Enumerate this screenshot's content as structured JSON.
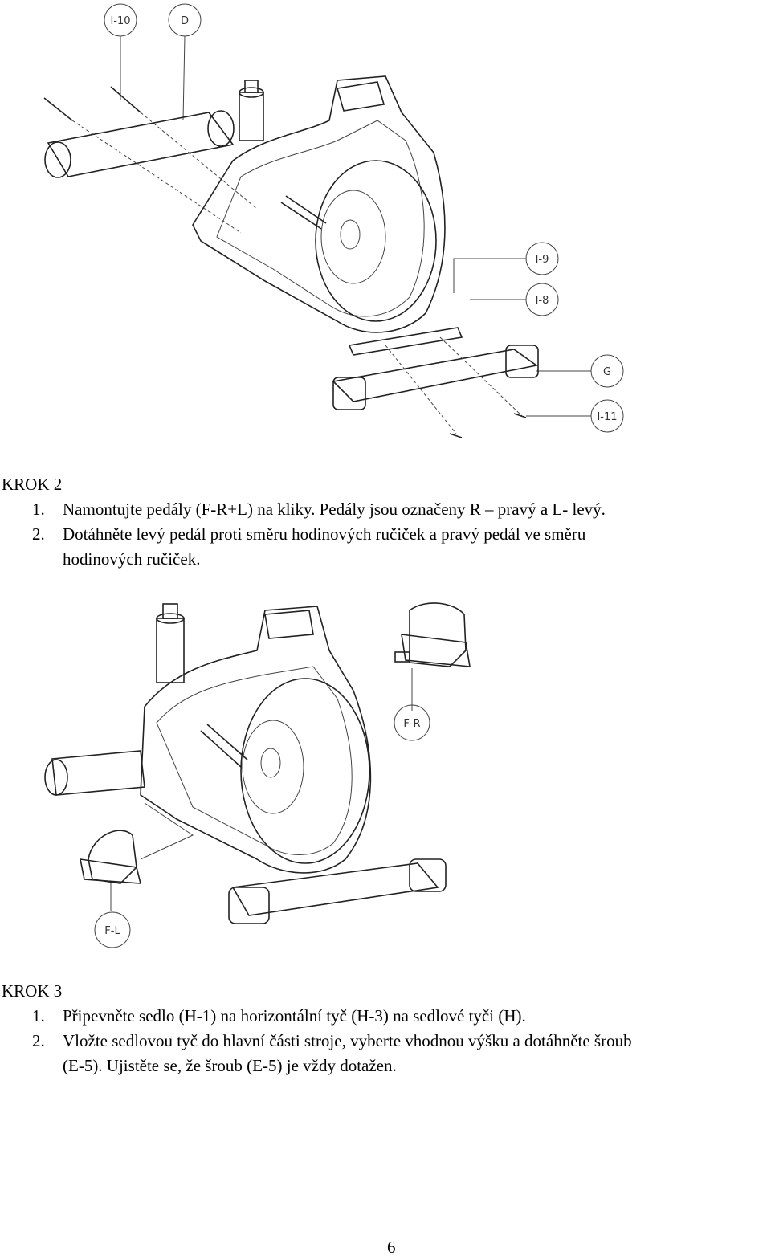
{
  "figure1": {
    "callouts": [
      "I-10",
      "D",
      "I-9",
      "I-8",
      "G",
      "I-11"
    ]
  },
  "step2": {
    "heading": "KROK 2",
    "items": [
      {
        "num": "1.",
        "text": "Namontujte pedály (F-R+L) na kliky. Pedály jsou označeny R – pravý a L- levý."
      },
      {
        "num": "2.",
        "text": "Dotáhněte levý pedál proti směru hodinových ručiček a pravý pedál ve směru",
        "cont": "hodinových ručiček."
      }
    ]
  },
  "figure2": {
    "callouts": [
      "F-R",
      "F-L"
    ]
  },
  "step3": {
    "heading": "KROK 3",
    "items": [
      {
        "num": "1.",
        "text": "Připevněte sedlo (H-1) na horizontální tyč (H-3) na sedlové tyči (H)."
      },
      {
        "num": "2.",
        "text": "Vložte sedlovou tyč do hlavní části stroje, vyberte vhodnou výšku a dotáhněte šroub",
        "cont": "(E-5). Ujistěte se, že šroub (E-5) je vždy dotažen."
      }
    ]
  },
  "page_number": "6"
}
